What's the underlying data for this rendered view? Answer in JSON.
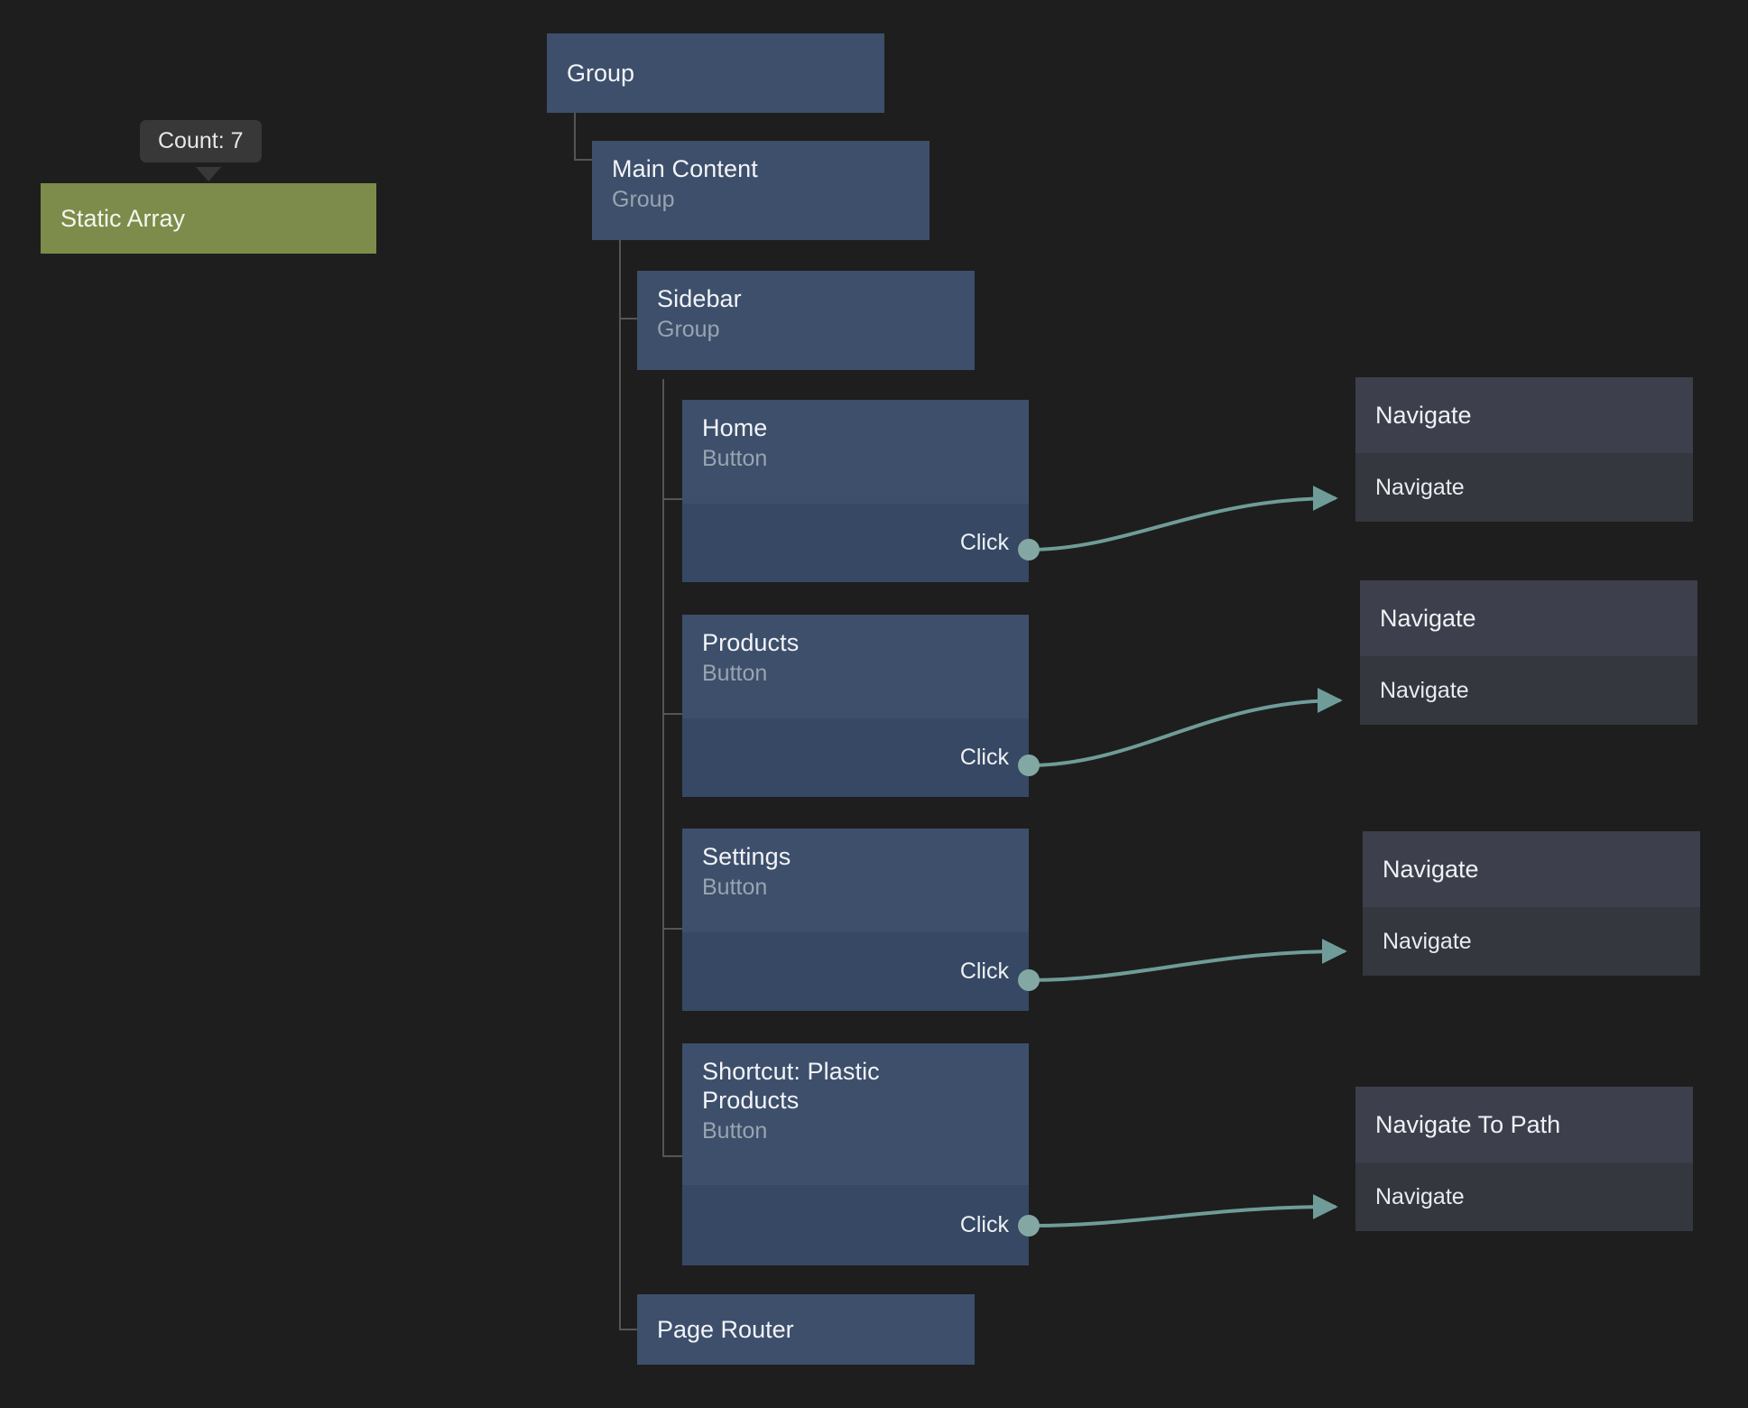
{
  "theme": {
    "background": "#1e1e1e",
    "element_node_header": "#3d4f6b",
    "element_node_body": "#364863",
    "action_node_header": "#3d3f4c",
    "action_node_body": "#35373f",
    "highlight_node": "#7d8c4a",
    "wire": "#6f9c98",
    "tree_line": "#555555",
    "tooltip_bg": "#383838"
  },
  "tooltip": {
    "label": "Count: 7"
  },
  "highlight_node": {
    "title": "Static Array"
  },
  "tree": {
    "root": {
      "title": "Group"
    },
    "main_content": {
      "title": "Main Content",
      "subtitle": "Group"
    },
    "sidebar": {
      "title": "Sidebar",
      "subtitle": "Group"
    },
    "page_router": {
      "title": "Page Router"
    },
    "buttons": [
      {
        "title": "Home",
        "subtitle": "Button",
        "port": "Click"
      },
      {
        "title": "Products",
        "subtitle": "Button",
        "port": "Click"
      },
      {
        "title": "Settings",
        "subtitle": "Button",
        "port": "Click"
      },
      {
        "title": "Shortcut: Plastic Products",
        "subtitle": "Button",
        "port": "Click"
      }
    ]
  },
  "actions": [
    {
      "title": "Navigate",
      "port": "Navigate"
    },
    {
      "title": "Navigate",
      "port": "Navigate"
    },
    {
      "title": "Navigate",
      "port": "Navigate"
    },
    {
      "title": "Navigate To Path",
      "port": "Navigate"
    }
  ]
}
